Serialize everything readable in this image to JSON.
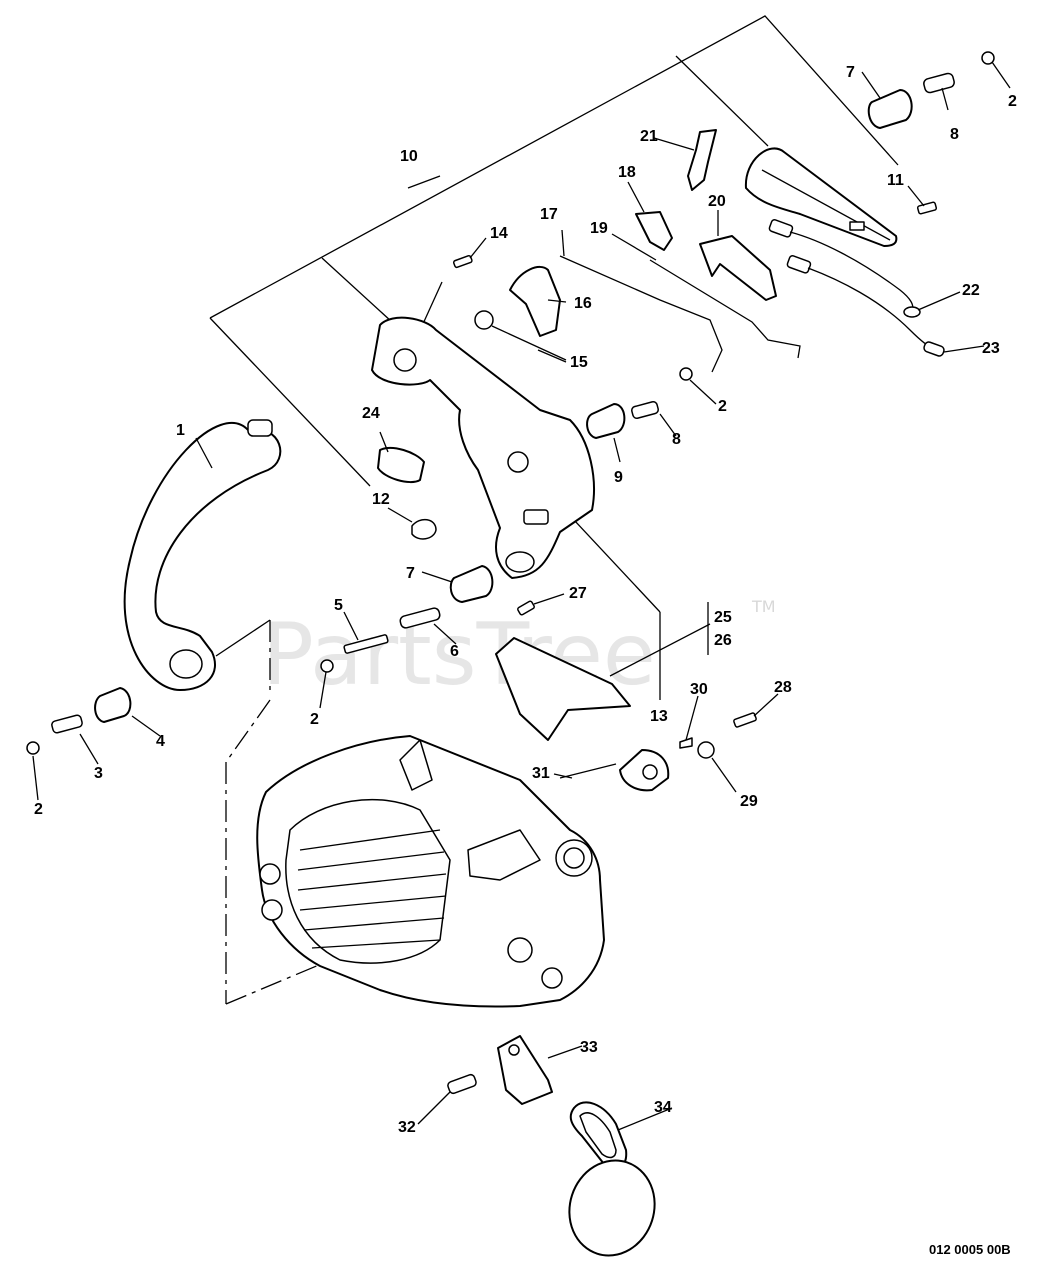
{
  "watermark": {
    "text": "PartsTree",
    "trademark": "TM"
  },
  "drawing_code": "012 0005 00B",
  "callouts": {
    "c1": "1",
    "c2a": "2",
    "c2b": "2",
    "c2c": "2",
    "c2d": "2",
    "c3": "3",
    "c4": "4",
    "c5": "5",
    "c6": "6",
    "c7a": "7",
    "c7b": "7",
    "c8a": "8",
    "c8b": "8",
    "c9": "9",
    "c10": "10",
    "c11": "11",
    "c12": "12",
    "c13": "13",
    "c14": "14",
    "c15": "15",
    "c16": "16",
    "c17": "17",
    "c18": "18",
    "c19": "19",
    "c20": "20",
    "c21": "21",
    "c22": "22",
    "c23": "23",
    "c24": "24",
    "c25": "25",
    "c26": "26",
    "c27": "27",
    "c28": "28",
    "c29": "29",
    "c30": "30",
    "c31": "31",
    "c32": "32",
    "c33": "33",
    "c34": "34"
  }
}
